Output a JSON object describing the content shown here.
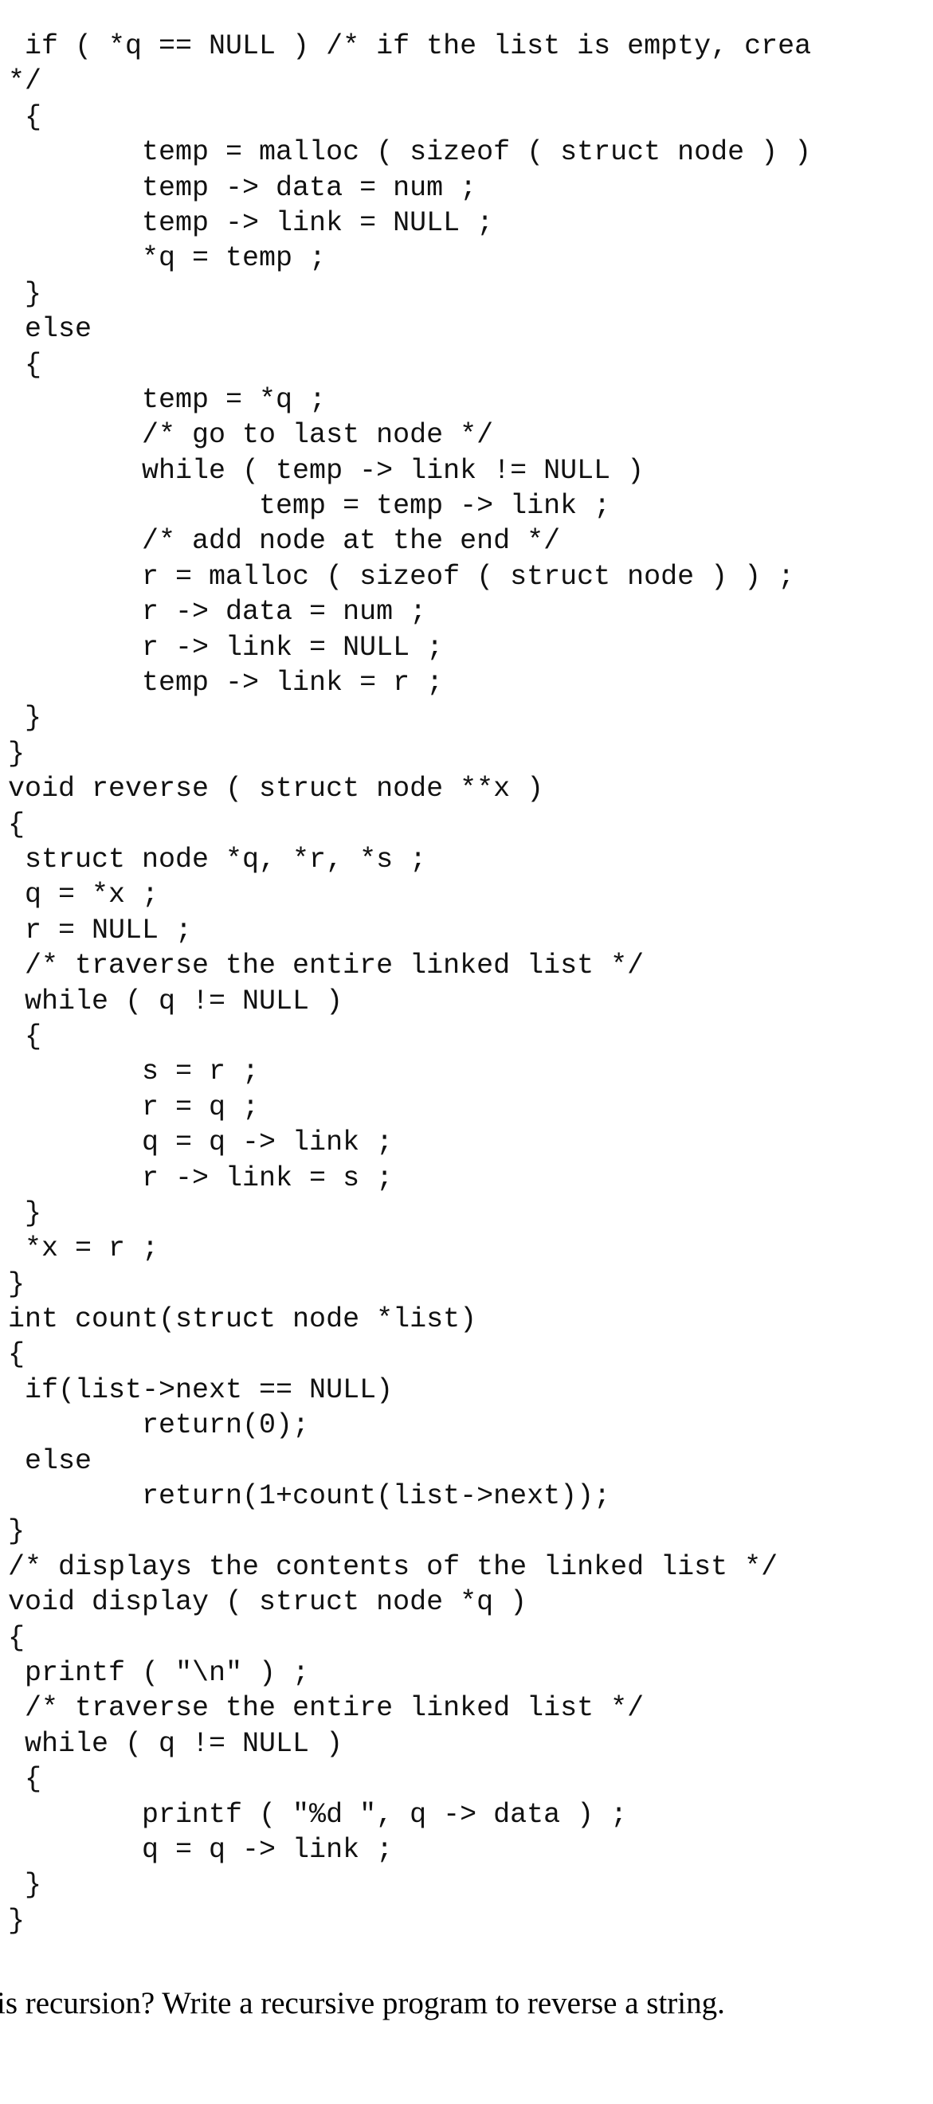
{
  "code_lines": [
    " if ( *q == NULL ) /* if the list is empty, crea",
    "*/",
    " {",
    "        temp = malloc ( sizeof ( struct node ) )",
    "        temp -> data = num ;",
    "        temp -> link = NULL ;",
    "        *q = temp ;",
    " }",
    " else",
    " {",
    "        temp = *q ;",
    "        /* go to last node */",
    "        while ( temp -> link != NULL )",
    "               temp = temp -> link ;",
    "        /* add node at the end */",
    "        r = malloc ( sizeof ( struct node ) ) ;",
    "        r -> data = num ;",
    "        r -> link = NULL ;",
    "        temp -> link = r ;",
    " }",
    "}",
    "void reverse ( struct node **x )",
    "{",
    " struct node *q, *r, *s ;",
    " q = *x ;",
    " r = NULL ;",
    " /* traverse the entire linked list */",
    " while ( q != NULL )",
    " {",
    "        s = r ;",
    "        r = q ;",
    "        q = q -> link ;",
    "        r -> link = s ;",
    " }",
    " *x = r ;",
    "}",
    "int count(struct node *list)",
    "{",
    " if(list->next == NULL)",
    "        return(0);",
    " else",
    "        return(1+count(list->next));",
    "}",
    "/* displays the contents of the linked list */",
    "void display ( struct node *q )",
    "{",
    " printf ( \"\\n\" ) ;",
    " /* traverse the entire linked list */",
    " while ( q != NULL )",
    " {",
    "        printf ( \"%d \", q -> data ) ;",
    "        q = q -> link ;",
    " }",
    "}"
  ],
  "question": "is recursion? Write a recursive program to reverse a string."
}
